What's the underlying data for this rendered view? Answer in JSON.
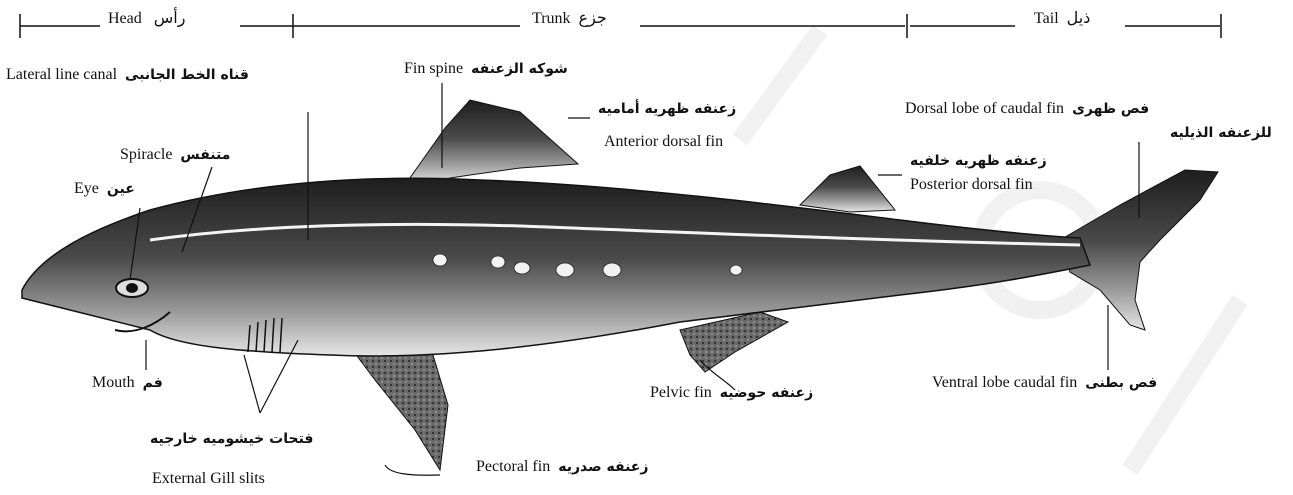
{
  "sections": {
    "head": {
      "en": "Head",
      "ar": "رأس"
    },
    "trunk": {
      "en": "Trunk",
      "ar": "جزع"
    },
    "tail": {
      "en": "Tail",
      "ar": "ذيل"
    }
  },
  "labels": {
    "lateral_line": {
      "en": "Lateral line canal",
      "ar": "قناه الخط الجانبى"
    },
    "fin_spine": {
      "en": "Fin spine",
      "ar": "شوكه الزعنفه"
    },
    "anterior_dorsal": {
      "en": "Anterior dorsal fin",
      "ar": "زعنفه ظهريه أماميه"
    },
    "spiracle": {
      "en": "Spiracle",
      "ar": "متنفس"
    },
    "eye": {
      "en": "Eye",
      "ar": "عين"
    },
    "posterior_dorsal": {
      "en": "Posterior dorsal fin",
      "ar": "زعنفه ظهريه خلفيه"
    },
    "dorsal_lobe": {
      "en": "Dorsal lobe of caudal fin",
      "ar": "فص ظهرى",
      "ar2": "للزعنفه الذيليه"
    },
    "mouth": {
      "en": "Mouth",
      "ar": "فم"
    },
    "pelvic": {
      "en": "Pelvic fin",
      "ar": "زعنفه حوضيه"
    },
    "ventral_lobe": {
      "en": "Ventral lobe caudal fin",
      "ar": "فص بطنى"
    },
    "gill_slits": {
      "en": "External Gill slits",
      "ar": "فتحات خيشوميه خارجيه"
    },
    "pectoral": {
      "en": "Pectoral fin",
      "ar": "زعنفه صدريه"
    }
  },
  "colors": {
    "ink": "#111111",
    "body_dark": "#3a3a3a",
    "body_light": "#d9d9d9",
    "watermark": "#eeeeee"
  }
}
